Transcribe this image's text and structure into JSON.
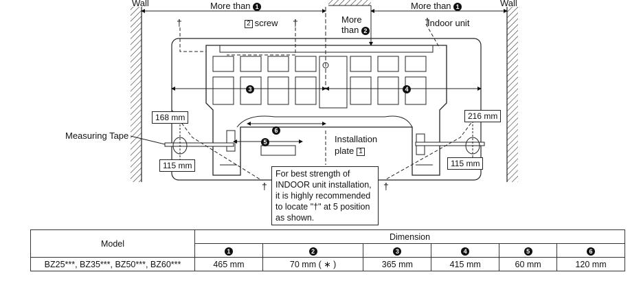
{
  "diagram": {
    "wall_left": "Wall",
    "wall_right": "Wall",
    "more_than_1_left": "More than",
    "more_than_1_right": "More than",
    "more_than_2": "More than",
    "more_than_2_prefix": "More",
    "more_than_2_suffix": "than",
    "screw_label": "screw",
    "screw_ref": "2",
    "indoor_unit": "Indoor unit",
    "measuring_tape": "Measuring Tape",
    "dim_168": "168 mm",
    "dim_115_left": "115 mm",
    "dim_216": "216 mm",
    "dim_115_right": "115 mm",
    "installation_plate_line1": "Installation",
    "installation_plate_line2": "plate",
    "installation_plate_ref": "1",
    "note_lines": [
      "For best strength of",
      "INDOOR unit installation,",
      "it is highly recommended",
      "to locate \"†\" at 5 position",
      "as shown."
    ],
    "marker_3": "3",
    "marker_4": "4",
    "marker_5": "5",
    "marker_6": "6",
    "marker_1": "1",
    "marker_2": "2"
  },
  "table": {
    "model_header": "Model",
    "dimension_header": "Dimension",
    "columns": [
      "1",
      "2",
      "3",
      "4",
      "5",
      "6"
    ],
    "row_model": "BZ25***, BZ35***, BZ50***, BZ60***",
    "values": [
      "465 mm",
      "70 mm ( ∗ )",
      "365 mm",
      "415 mm",
      "60 mm",
      "120 mm"
    ]
  }
}
